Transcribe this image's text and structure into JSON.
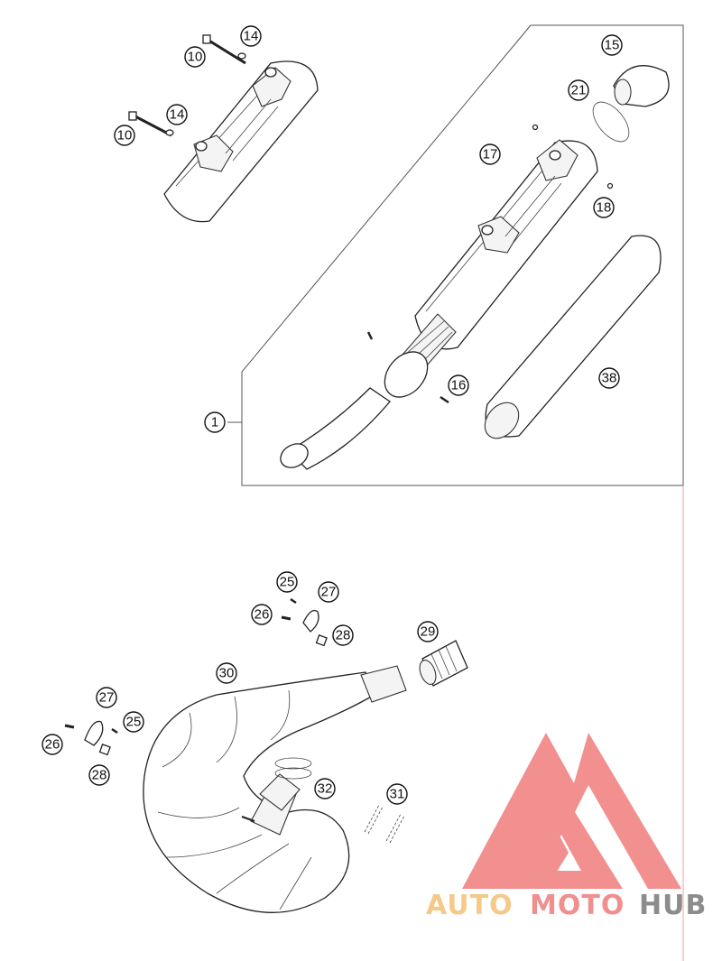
{
  "callouts": {
    "c1": "1",
    "c10a": "10",
    "c10b": "10",
    "c14a": "14",
    "c14b": "14",
    "c15": "15",
    "c16": "16",
    "c17": "17",
    "c18": "18",
    "c21": "21",
    "c38": "38",
    "c25a": "25",
    "c25b": "25",
    "c26a": "26",
    "c26b": "26",
    "c27a": "27",
    "c27b": "27",
    "c28a": "28",
    "c28b": "28",
    "c29": "29",
    "c30": "30",
    "c31": "31",
    "c32": "32"
  },
  "watermark": {
    "word_auto": "AUTO",
    "word_moto": "MOTO",
    "word_hub": "HUB",
    "color_auto": "#f6c98a",
    "color_moto": "#f08f8f",
    "color_hub": "#8c8c8c",
    "logo_color": "#f07b7b"
  },
  "icons": [
    "exhaust-silencer",
    "exhaust-pipe",
    "bolt",
    "washer",
    "spring",
    "o-ring",
    "bracket"
  ]
}
